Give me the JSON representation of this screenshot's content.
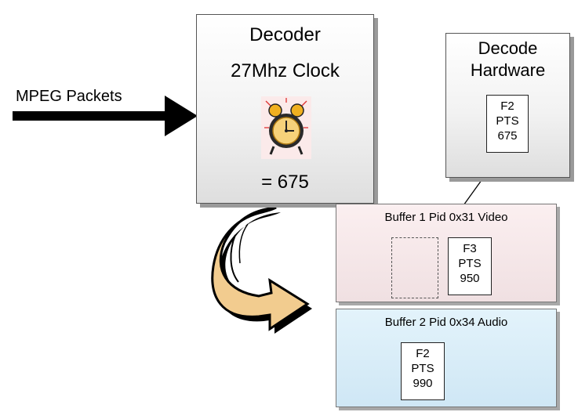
{
  "input_label": "MPEG Packets",
  "decoder": {
    "title": "Decoder",
    "clock_label": "27Mhz Clock",
    "clock_icon": "alarm-clock-icon",
    "value": "= 675"
  },
  "decode_hardware": {
    "title_line1": "Decode",
    "title_line2": "Hardware",
    "frame": {
      "id": "F2",
      "pts_label": "PTS",
      "pts": "675"
    }
  },
  "buffers": [
    {
      "label": "Buffer 1 Pid 0x31 Video",
      "frame": {
        "id": "F3",
        "pts_label": "PTS",
        "pts": "950"
      }
    },
    {
      "label": "Buffer 2 Pid 0x34 Audio",
      "frame": {
        "id": "F2",
        "pts_label": "PTS",
        "pts": "990"
      }
    }
  ],
  "colors": {
    "buffer_video_bg": "#f5e6e8",
    "buffer_audio_bg": "#d9eef9",
    "curved_arrow_fill": "#f2cc8f"
  }
}
